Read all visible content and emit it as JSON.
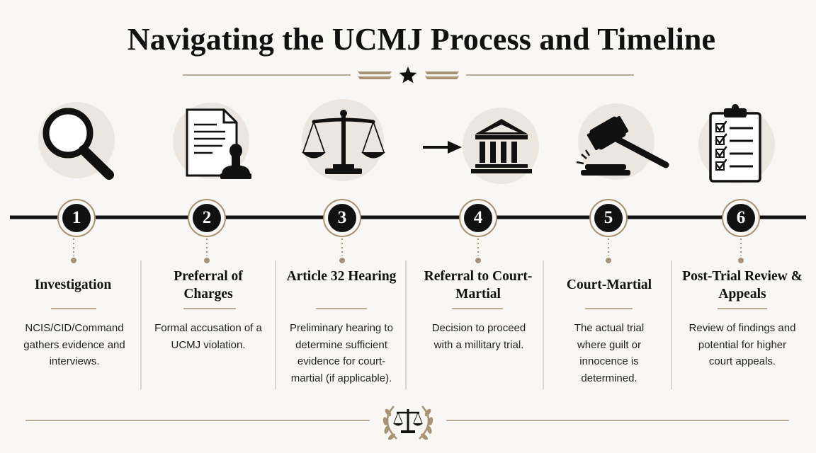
{
  "title": "Navigating the UCMJ Process and Timeline",
  "steps": [
    {
      "number": "1",
      "title": "Investigation",
      "description": "NCIS/CID/Command gathers evidence and interviews.",
      "icon": "magnifying-glass-icon"
    },
    {
      "number": "2",
      "title": "Preferral of Charges",
      "description": "Formal accusation of a UCMJ violation.",
      "icon": "document-stamp-icon"
    },
    {
      "number": "3",
      "title": "Article 32 Hearing",
      "description": "Preliminary hearing to determine sufficient evidence for court-martial (if applicable).",
      "icon": "scales-icon"
    },
    {
      "number": "4",
      "title": "Referral to Court-Martial",
      "description": "Decision to proceed with a millitary trial.",
      "icon": "courthouse-icon"
    },
    {
      "number": "5",
      "title": "Court-Martial",
      "description": "The actual trial where guilt or innocence is determined.",
      "icon": "gavel-icon"
    },
    {
      "number": "6",
      "title": "Post-Trial Review & Appeals",
      "description": "Review of findings and potential for higher court appeals.",
      "icon": "clipboard-checklist-icon"
    }
  ],
  "colors": {
    "accent": "#a89274",
    "ink": "#111111",
    "icon_bg": "#ebe7e0",
    "background": "#f8f7f4"
  }
}
